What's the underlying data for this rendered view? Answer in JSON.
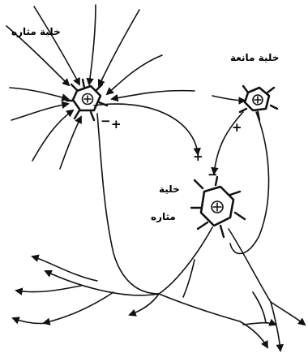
{
  "labels": {
    "excitatory_top": "خلية مثاره",
    "inhibitory": "خلية مانعة",
    "excitatory_center_line1": "خلية",
    "excitatory_center_line2": "مثاره"
  },
  "signs": {
    "plus": "+",
    "minus": "−"
  }
}
